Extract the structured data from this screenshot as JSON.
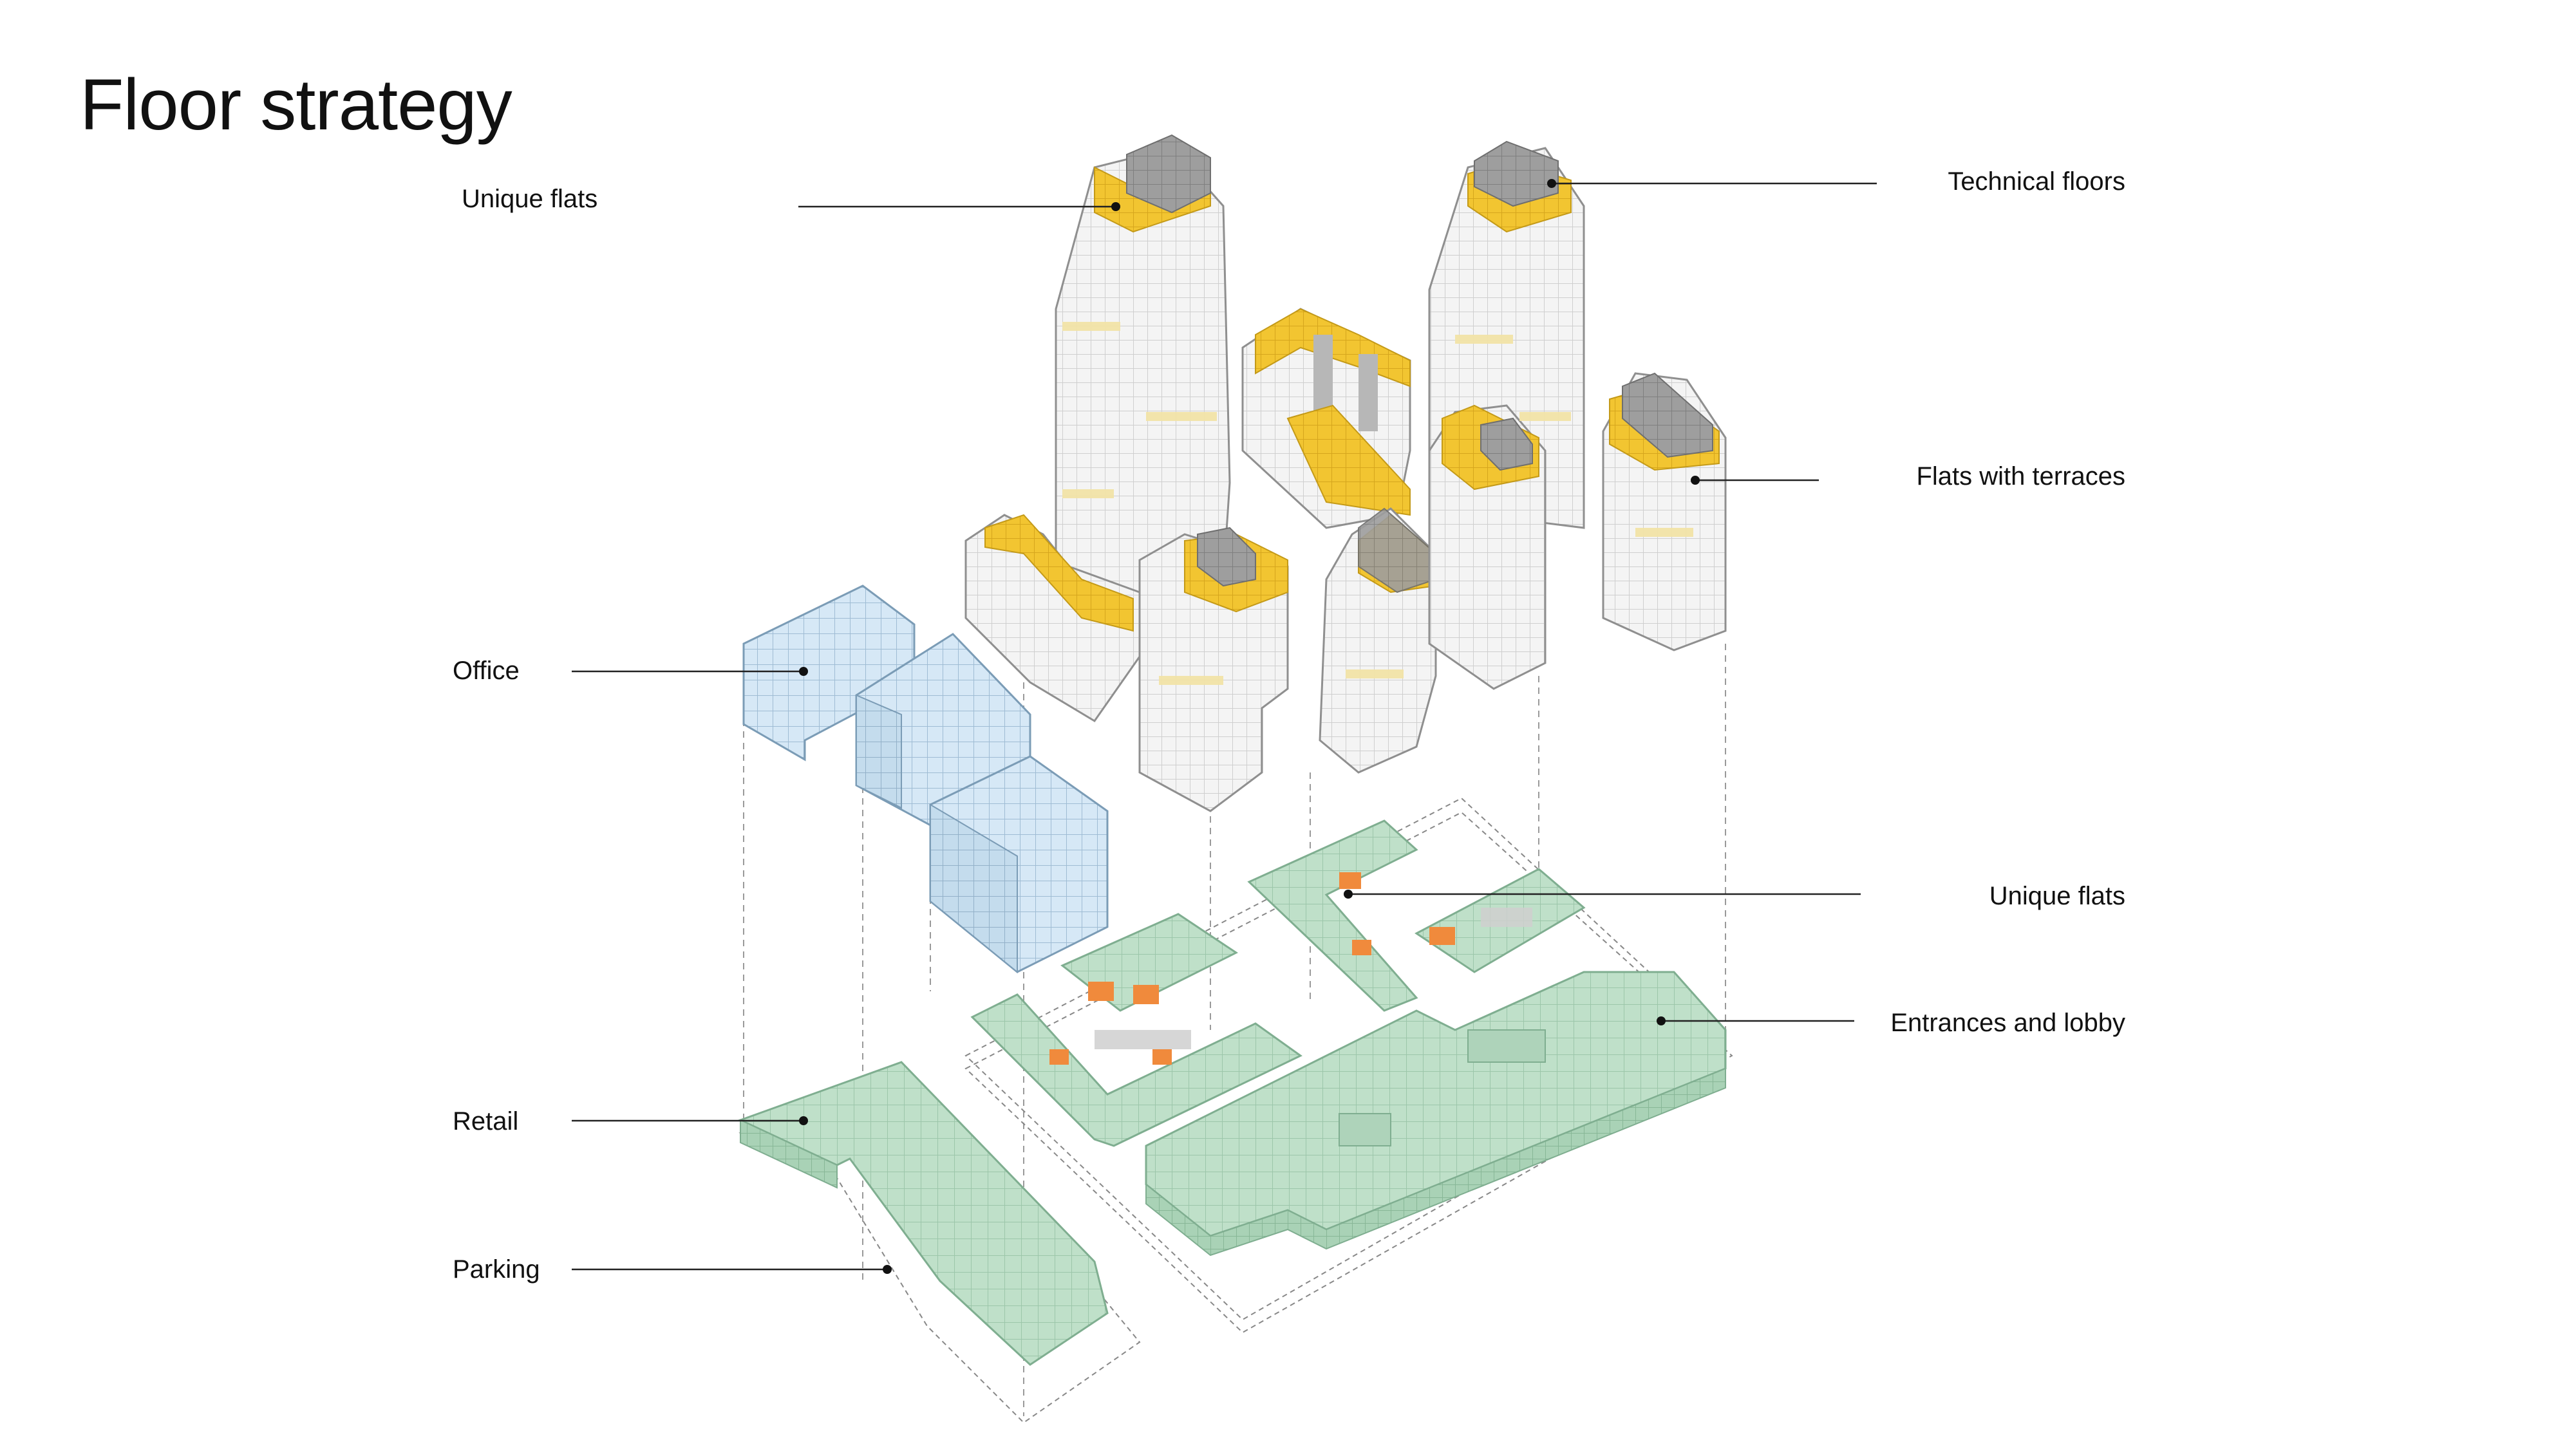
{
  "title": "Floor strategy",
  "labels": {
    "unique_flats_top": "Unique flats",
    "technical_floors": "Technical floors",
    "flats_with_terraces": "Flats with terraces",
    "office": "Office",
    "unique_flats_mid": "Unique flats",
    "entrances_lobby": "Entrances and lobby",
    "retail": "Retail",
    "parking": "Parking"
  },
  "colors": {
    "office": "#d3e6f5",
    "residential": "#f2f2f2",
    "accent_yellow": "#f2c531",
    "technical_grey": "#a9a9a9",
    "ground_green": "#b9dcc4",
    "unique_orange": "#f08a3c",
    "grid_grey": "#cfcfcf"
  }
}
